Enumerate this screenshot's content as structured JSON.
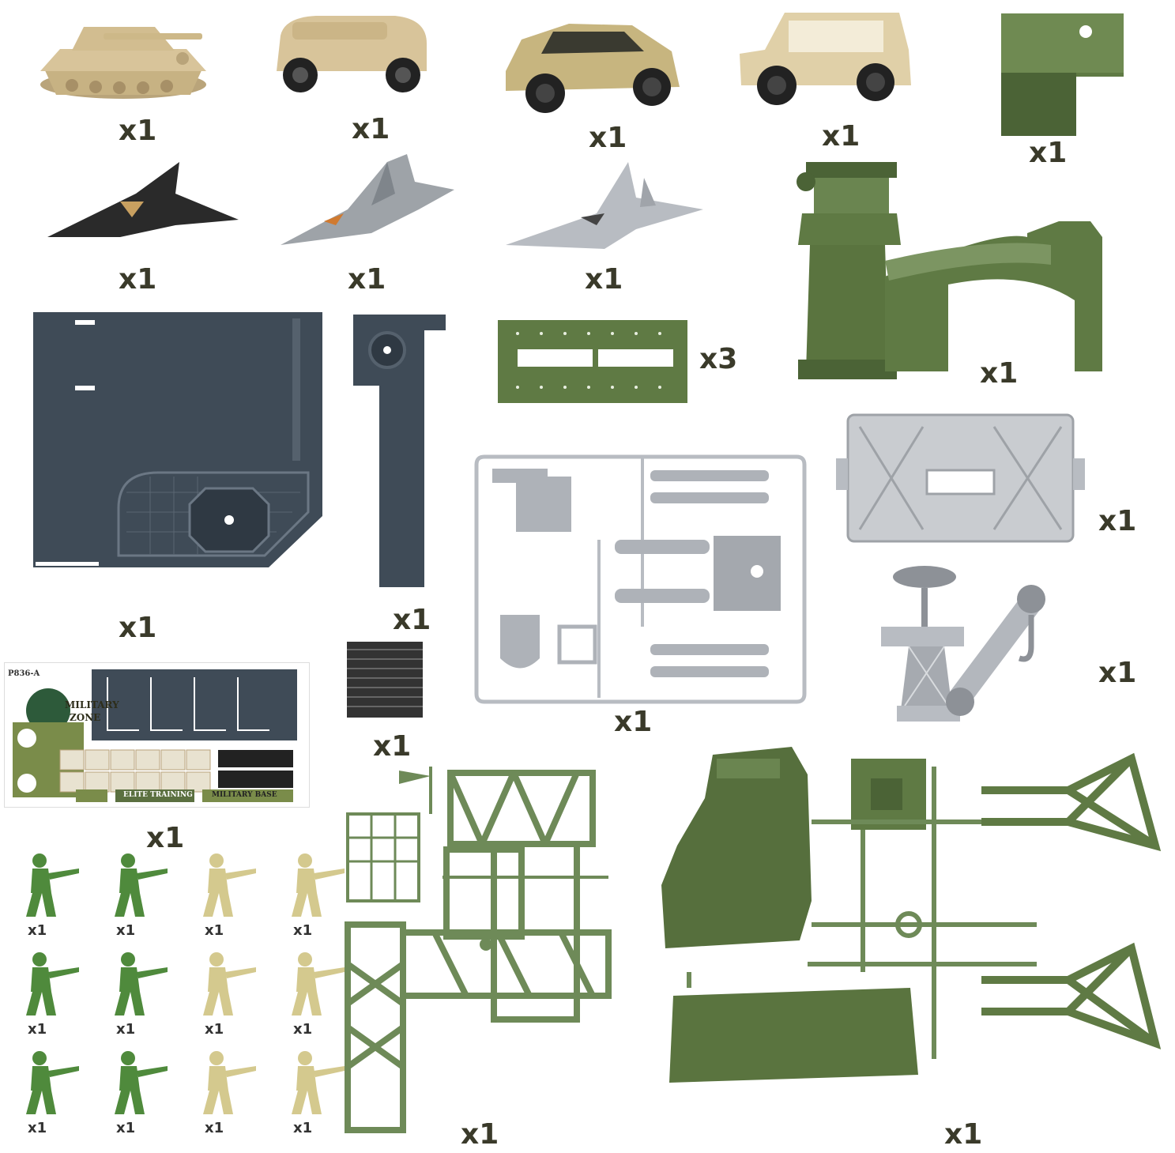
{
  "colors": {
    "tan": "#d8c49a",
    "tan_dark": "#b9a47a",
    "olive": "#5f7a44",
    "olive_dark": "#4b6336",
    "slate": "#3f4b57",
    "silver": "#b8bcc2",
    "black": "#222222",
    "soldier_green": "#4f8a3c",
    "soldier_tan": "#d4c98e"
  },
  "icons": [
    "tank-icon",
    "armored-car-icon",
    "suv-icon",
    "jeep-icon",
    "stealth-jet-icon",
    "fighter-jet-icon",
    "fighter-jet-2-icon",
    "soldier-icon"
  ],
  "quantities": {
    "tank": "x1",
    "armored_car": "x1",
    "suv": "x1",
    "jeep": "x1",
    "green_box": "x1",
    "stealth_jet": "x1",
    "fighter_jet": "x1",
    "silver_jet": "x1",
    "tower_gate": "x1",
    "base_plate": "x1",
    "pillar": "x1",
    "ramp": "x3",
    "gun_sprue": "x1",
    "silver_frame": "x1",
    "radar_crane": "x1",
    "coil": "x1",
    "sticker_sheet": "x1",
    "green_frame": "x1",
    "bunker_sprue": "x1"
  },
  "soldiers": [
    {
      "label": "x1",
      "color": "green"
    },
    {
      "label": "x1",
      "color": "green"
    },
    {
      "label": "x1",
      "color": "tan"
    },
    {
      "label": "x1",
      "color": "tan"
    },
    {
      "label": "x1",
      "color": "green"
    },
    {
      "label": "x1",
      "color": "green"
    },
    {
      "label": "x1",
      "color": "tan"
    },
    {
      "label": "x1",
      "color": "tan"
    },
    {
      "label": "x1",
      "color": "green"
    },
    {
      "label": "x1",
      "color": "green"
    },
    {
      "label": "x1",
      "color": "tan"
    },
    {
      "label": "x1",
      "color": "tan"
    }
  ],
  "sticker": {
    "code": "P836-A",
    "logo_line1": "MILITARY",
    "logo_line2": "ZONE",
    "badge1": "ELITE TRAINING",
    "badge2": "MILITARY BASE"
  }
}
